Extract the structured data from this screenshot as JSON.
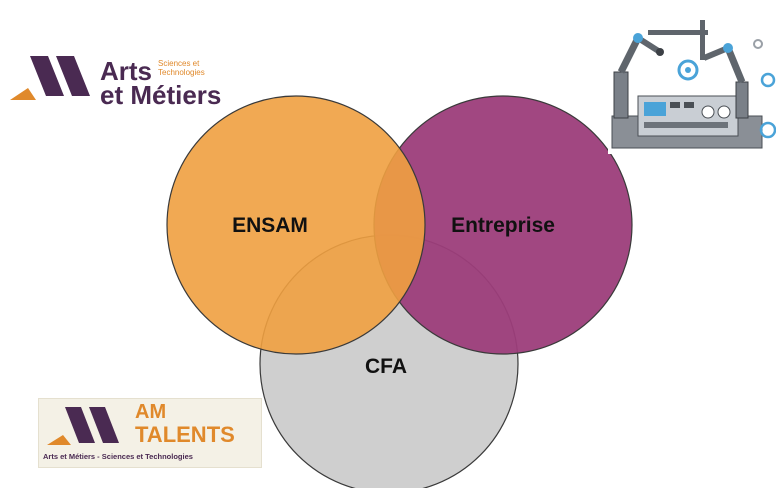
{
  "diagram": {
    "circles": [
      {
        "label": "ENSAM",
        "color": "#f0a040"
      },
      {
        "label": "Entreprise",
        "color": "#9c3d7a"
      },
      {
        "label": "CFA",
        "color": "#cfcfcf"
      }
    ]
  },
  "logos": {
    "arts_et_metiers": {
      "line1": "Arts",
      "small_line1": "Sciences et",
      "small_line2": "Technologies",
      "line2": "et Métiers"
    },
    "am_talents": {
      "line1": "AM",
      "line2": "TALENTS",
      "tagline": "Arts et Métiers - Sciences et Technologies"
    }
  },
  "illustration": {
    "icon": "robot-arm-factory-icon"
  },
  "colors": {
    "brand_purple": "#4a2a52",
    "brand_orange": "#e0892b"
  }
}
